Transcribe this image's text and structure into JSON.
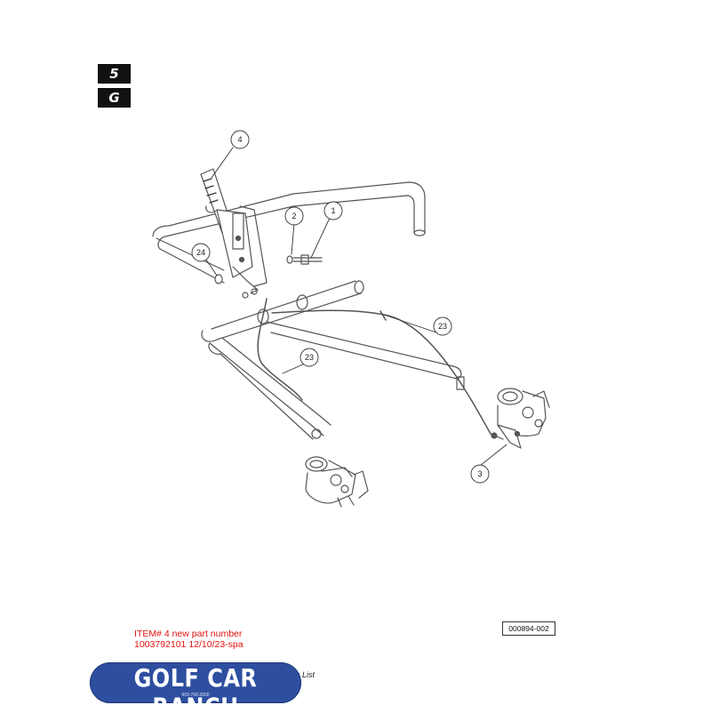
{
  "section_tabs": [
    "5",
    "G"
  ],
  "callouts": {
    "c1": "1",
    "c2": "2",
    "c3": "3",
    "c4": "4",
    "c23a": "23",
    "c23b": "23",
    "c24": "24"
  },
  "note": {
    "line1": "ITEM# 4 new part number",
    "line2": "1003792101    12/10/23-spa"
  },
  "figure_number": "000894-002",
  "page_fragment": "s List",
  "logo": {
    "text": "GOLF CAR RANCH",
    "phone": "903-769-3600",
    "color": "#2e4fa0"
  },
  "note_color": "#e01010"
}
